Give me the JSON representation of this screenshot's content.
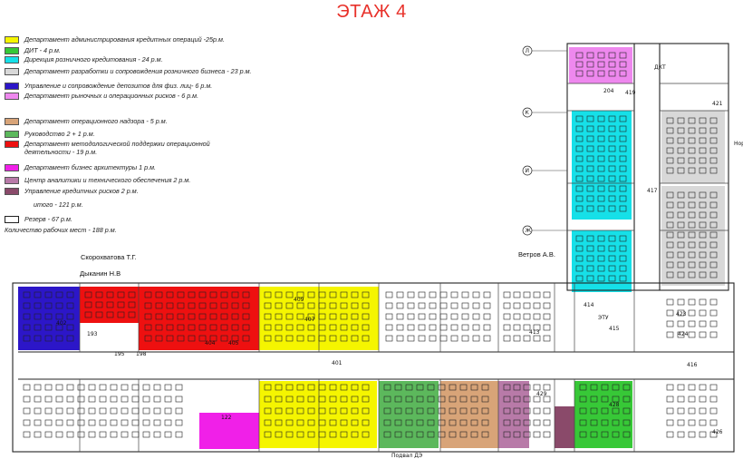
{
  "title": "ЭТАЖ 4",
  "legend": [
    {
      "text": "Департамент администрирования кредитных операций -25р.м.",
      "color": "#f5f500"
    },
    {
      "text": "ДИТ  - 4 р.м.",
      "color": "#37c837"
    },
    {
      "text": "Дирекция розничного кредитования - 24 р.м.",
      "color": "#16e0e8"
    },
    {
      "text": "Департамент разработки и сопровождения розничного бизнеса  - 23 р.м.",
      "color": "#d8d8d8"
    },
    {
      "text": "Управление и сопровождение депозитов для физ. лиц- 6 р.м.",
      "color": "#2c16c8"
    },
    {
      "text": "Департамент рыночных и операционных рисков  - 6 р.м.",
      "color": "#ee88ee"
    },
    {
      "text": "Департамент операционного надзора - 5 р.м.",
      "color": "#d8a478"
    },
    {
      "text": "Руководство 2 + 1 р.м.",
      "color": "#5cb85c"
    },
    {
      "text": "Департамент методологической поддержки операционной деятельности - 19  р.м.",
      "color": "#ee1010"
    },
    {
      "text": "Департамент бизнес архитектуры 1 р.м.",
      "color": "#f020e8"
    },
    {
      "text": "Центр аналитики и технического обеспечения 2 р.м.",
      "color": "#b87aa8"
    },
    {
      "text": "Управление кредитных рисков 2 р.м.",
      "color": "#8a4a6a"
    }
  ],
  "totals": {
    "itogo": "итого - 121 р.м.",
    "reserve": "Резерв - 67 р.м.",
    "workplaces": "Количество рабочих мест - 188 р.м."
  },
  "people": {
    "skorokhvatova": "Скорохватова Т.Г.",
    "dykanin": "Дыканин Н.В",
    "vetrov": "Ветров А.В."
  },
  "rooms": [
    "401",
    "402",
    "404",
    "405",
    "407",
    "409",
    "413",
    "414",
    "415",
    "416",
    "417",
    "419",
    "421",
    "423",
    "424",
    "426",
    "428",
    "429",
    "204",
    "193",
    "195",
    "198",
    "122"
  ],
  "axis_labels": [
    "Л",
    "К",
    "И",
    "Ж"
  ],
  "corner_labels": {
    "dkt": "ДКТ",
    "etu": "ЭТУ",
    "nor": "Нор",
    "podval": "Подвал ДЭ"
  },
  "colors": {
    "yellow": "#f5f500",
    "green": "#37c837",
    "cyan": "#16e0e8",
    "gray": "#d8d8d8",
    "blue": "#2c16c8",
    "pink": "#ee88ee",
    "tan": "#d8a478",
    "darkgreen": "#5cb85c",
    "red": "#ee1010",
    "magenta": "#f020e8",
    "mauve": "#b87aa8",
    "plum": "#8a4a6a"
  }
}
